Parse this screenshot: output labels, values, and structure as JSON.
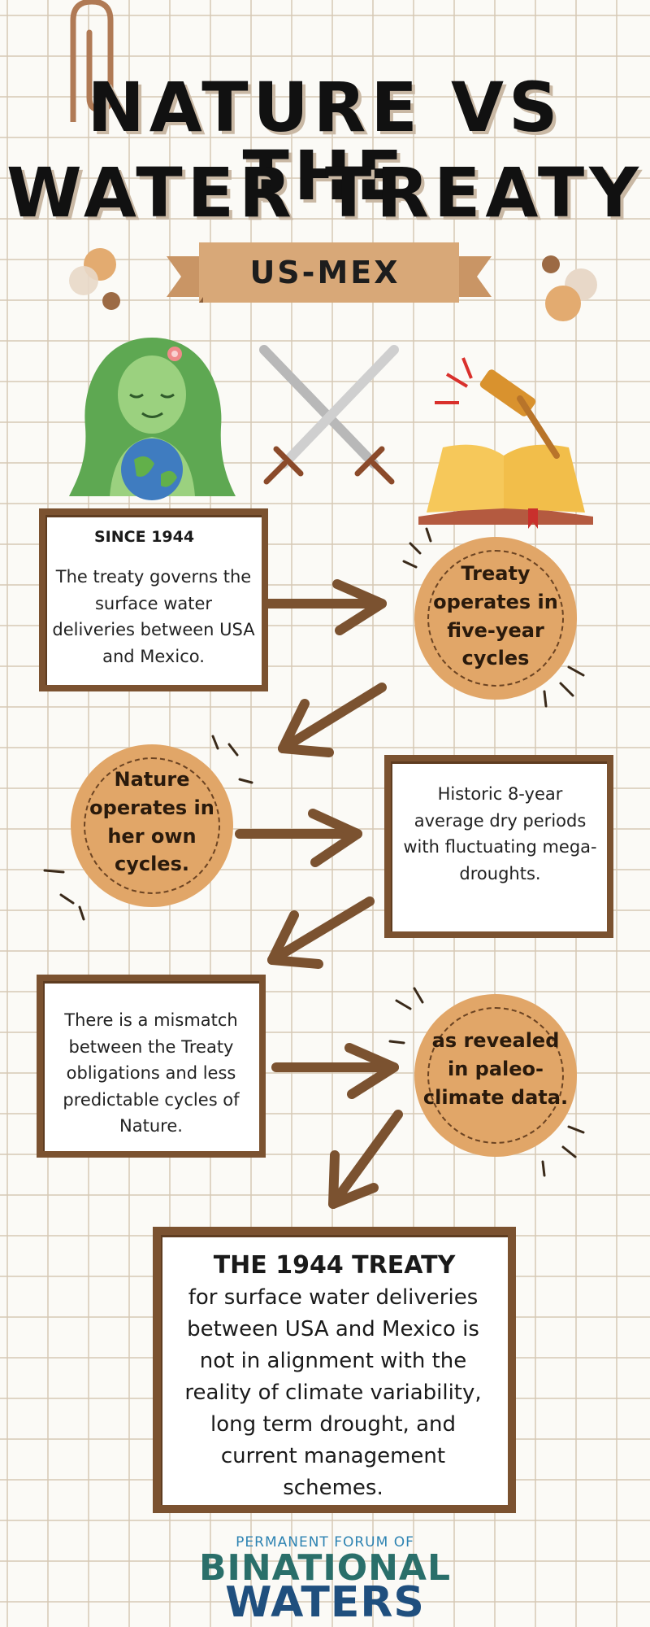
{
  "title": {
    "line1": "NATURE VS THE",
    "line2": "WATER TREATY"
  },
  "banner": {
    "label": "US-MEX"
  },
  "box_1944": {
    "heading": "SINCE 1944",
    "text": "The treaty governs the surface water deliveries between USA and Mexico."
  },
  "circle_treaty": {
    "text": "Treaty operates in five-year cycles"
  },
  "circle_nature": {
    "text": "Nature operates in her own cycles."
  },
  "box_historic": {
    "text": "Historic 8-year average dry periods with fluctuating mega-droughts."
  },
  "box_mismatch": {
    "text": "There is a mismatch between the Treaty obligations and less predictable cycles of Nature."
  },
  "circle_paleo": {
    "text": "as revealed in paleo-climate data."
  },
  "final": {
    "title": "THE 1944 TREATY",
    "body": "for surface water deliveries between USA and Mexico is not in alignment with the reality of climate variability, long term drought, and current management schemes."
  },
  "logo": {
    "line1": "PERMANENT FORUM OF",
    "line2": "BINATIONAL",
    "line3": "WATERS"
  },
  "colors": {
    "brown": "#7b5230",
    "tan": "#e1a668",
    "banner": "#d3a272"
  },
  "icons": [
    "paperclip-icon",
    "mother-nature-icon",
    "crossed-swords-icon",
    "gavel-book-icon"
  ]
}
